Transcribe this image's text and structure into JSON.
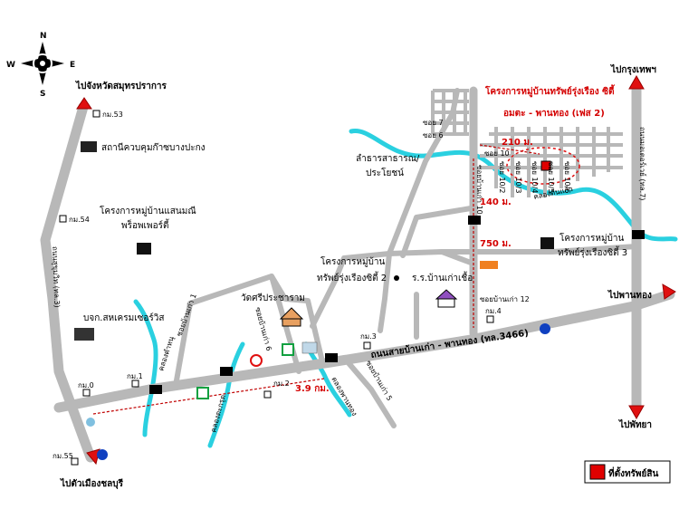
{
  "compass": {
    "n": "N",
    "s": "S",
    "e": "E",
    "w": "W"
  },
  "destinations": {
    "samut_prakan": "ไปจังหวัดสมุทรปราการ",
    "bangkok": "ไปกรุงเทพฯ",
    "phan_thong": "ไปพานทอง",
    "chonburi": "ไปตัวเมืองชลบุรี",
    "pattaya": "ไปพัทยา"
  },
  "km_markers": {
    "km53": "กม.53",
    "km54": "กม.54",
    "km55": "กม.55",
    "km0": "กม.0",
    "km1": "กม.1",
    "km2": "กม.2",
    "km3": "กม.3",
    "km4": "กม.4"
  },
  "places": {
    "checkpoint": "สถานีควบคุมก๊าซบางปะกง",
    "saensuk_1": "โครงการหมู่บ้านแสนมณี",
    "saensuk_2": "พร็อพเพอร์ตี้",
    "thanrung_a1": "โครงการหมู่บ้าน",
    "thanrung_a2": "ทรัพย์รุ่งเรืองซิตี้ 2",
    "thanrung_b1": "โครงการหมู่บ้าน",
    "thanrung_b2": "ทรัพย์รุ่งเรืองซิตี้ 3",
    "company": "บจก.สหเครมเซอร์วิส",
    "temple": "วัดศรีประชาราม",
    "school": "ร.ร.บ้านเก่าเชื้อ",
    "public_1": "ลำธารสาธารณ/",
    "public_2": "ประโยชน์",
    "soi_baan_kao": "ซอยบ้านเก่า 12"
  },
  "project": {
    "title_1": "โครงการหมู่บ้านทรัพย์รุ่งเรือง ซิตี้",
    "title_2": "อมตะ - พานทอง (เฟส 2)"
  },
  "sois": {
    "s7": "ซอย 7",
    "s6": "ซอย 6",
    "s10": "ซอย 10",
    "s10_2": "ซอย 10/2",
    "s10_3": "ซอย 10/3",
    "s10_4": "ซอย 10/4",
    "s10_5": "ซอย 10/5",
    "s10_6": "ซอย 10/6"
  },
  "roads": {
    "sukhumvit": "ถนนสุขุมวิท (ทล.3)",
    "highway7": "ถนนมอเตอร์เวย์ (ทล.7)",
    "road3466": "ถนนสายบ้านเก่า - พานทอง (ทล.3466)",
    "soi_kao_1": "ซอยบ้านเก่า 1",
    "soi_kao_6": "ซอยบ้านเก่า 6",
    "soi_kao_5": "ซอยบ้านเก่า 5",
    "soi_kao_10": "ซอยบ้านเก่า 10"
  },
  "canals": {
    "khlong_tamnu": "คลองตำหนุ",
    "khlong_takrap": "คลองตะกรุด",
    "khlong_phanthong": "คลองพานทอง",
    "khlong_tonkaew": "คลองต้นแก้ว"
  },
  "distances": {
    "d210": "210 ม.",
    "d140": "140 ม.",
    "d750": "750 ม.",
    "d39": "3.9 กม."
  },
  "legend": {
    "label": "ที่ตั้งทรัพย์สิน",
    "color": "#e00000"
  },
  "colors": {
    "road": "#b8b8b8",
    "canal": "#2ad0e0",
    "arrow": "#e01010",
    "distance": "#c00000"
  }
}
